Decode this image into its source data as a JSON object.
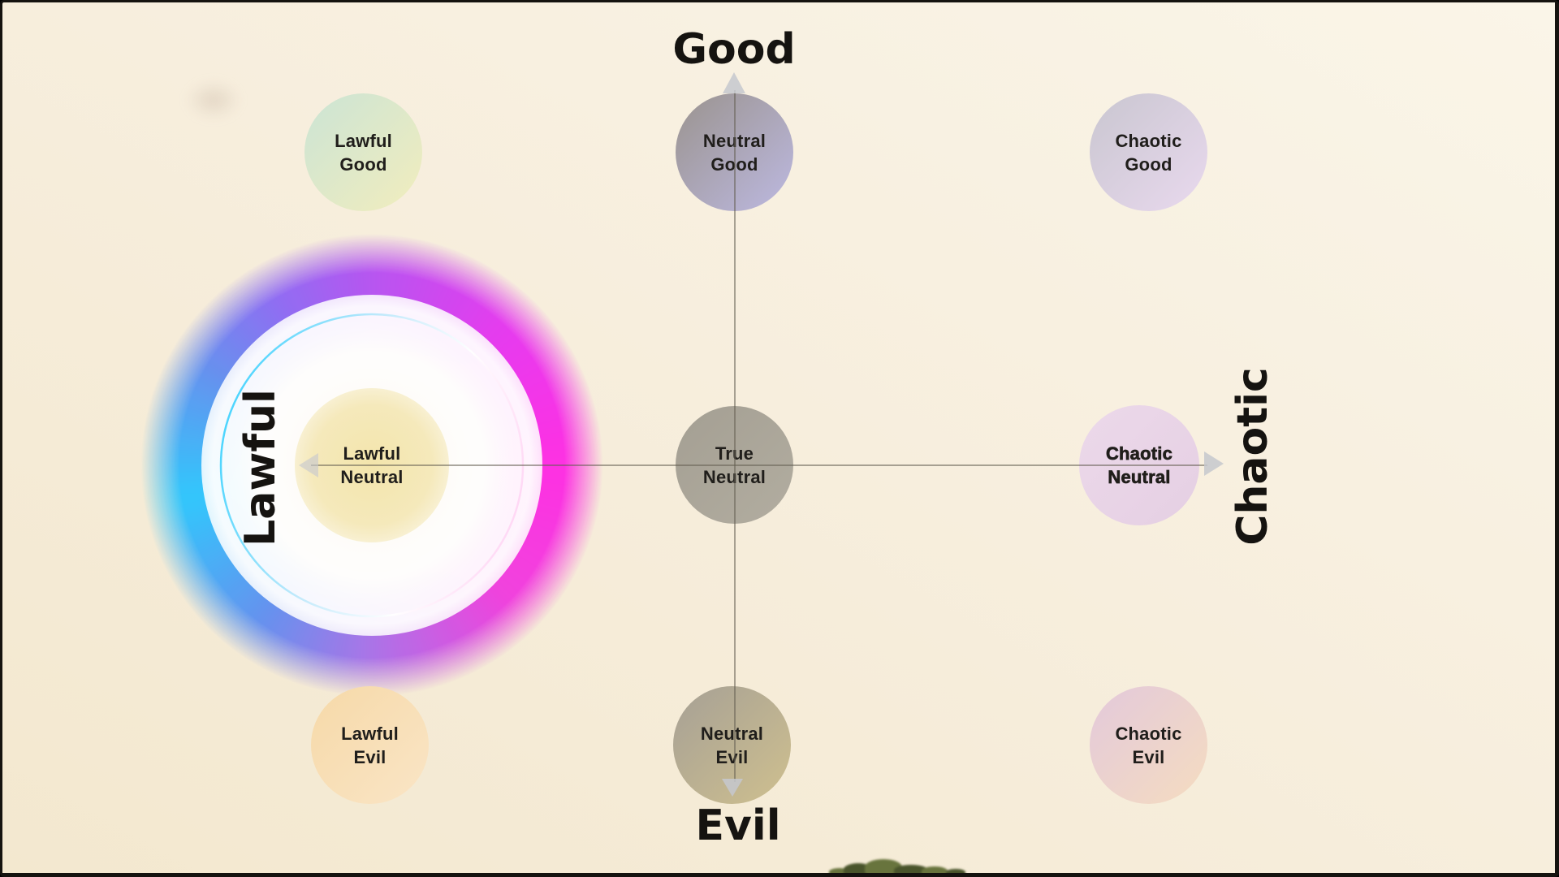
{
  "theme": {
    "background-top-right": "#faf5e8",
    "background-mid": "#f7eedd",
    "background-bottom-left": "#f3e8cf",
    "frame-color": "#15130f",
    "title-color": "#151310",
    "cell-text-color": "#201e1b",
    "axis-line-color": "rgba(100,95,82,0.55)",
    "arrow-color": "rgba(198,200,206,0.85)",
    "foliage-dark": "#49542b",
    "foliage-light": "#68743d",
    "glow": {
      "purple": "#b44ef2",
      "magenta-bright": "#e632f0",
      "magenta": "#ff27e3",
      "pink": "#f03ade",
      "lavender": "#a86ee8",
      "sky-blue": "#5f8df0",
      "cyan": "#27c6fe",
      "violet": "#8b67f4"
    },
    "ring": [
      "#3ed2fe",
      "#bfe9fb",
      "#ffffff",
      "#ffd4f4"
    ]
  },
  "axes": {
    "top": "Good",
    "bottom": "Evil",
    "left": "Lawful",
    "right": "Chaotic"
  },
  "cells": [
    {
      "id": "lawful-good",
      "line1": "Lawful",
      "line2": "Good",
      "color_from": "#cbe4d5",
      "color_to": "#f2edbd",
      "bold": false,
      "selected": false
    },
    {
      "id": "neutral-good",
      "line1": "Neutral",
      "line2": "Good",
      "color_from": "#9a938e",
      "color_to": "#bdb9e1",
      "bold": false,
      "selected": false
    },
    {
      "id": "chaotic-good",
      "line1": "Chaotic",
      "line2": "Good",
      "color_from": "#c9c6d0",
      "color_to": "#e9d9ee",
      "bold": false,
      "selected": false
    },
    {
      "id": "lawful-neutral",
      "line1": "Lawful",
      "line2": "Neutral",
      "color_from": "#f3e5ac",
      "color_to": "#f5e9bb",
      "bold": false,
      "selected": true
    },
    {
      "id": "true-neutral",
      "line1": "True",
      "line2": "Neutral",
      "color_from": "#a49f93",
      "color_to": "#b2ada0",
      "bold": false,
      "selected": false
    },
    {
      "id": "chaotic-neutral",
      "line1": "Chaotic",
      "line2": "Neutral",
      "color_from": "#ecd9ea",
      "color_to": "#e5cfe3",
      "bold": true,
      "selected": false
    },
    {
      "id": "lawful-evil",
      "line1": "Lawful",
      "line2": "Evil",
      "color_from": "#f6d9a8",
      "color_to": "#fae5c6",
      "bold": false,
      "selected": false
    },
    {
      "id": "neutral-evil",
      "line1": "Neutral",
      "line2": "Evil",
      "color_from": "#a6a095",
      "color_to": "#cfc08f",
      "bold": false,
      "selected": false
    },
    {
      "id": "chaotic-evil",
      "line1": "Chaotic",
      "line2": "Evil",
      "color_from": "#e3c9db",
      "color_to": "#f5dcc0",
      "bold": false,
      "selected": false
    }
  ]
}
